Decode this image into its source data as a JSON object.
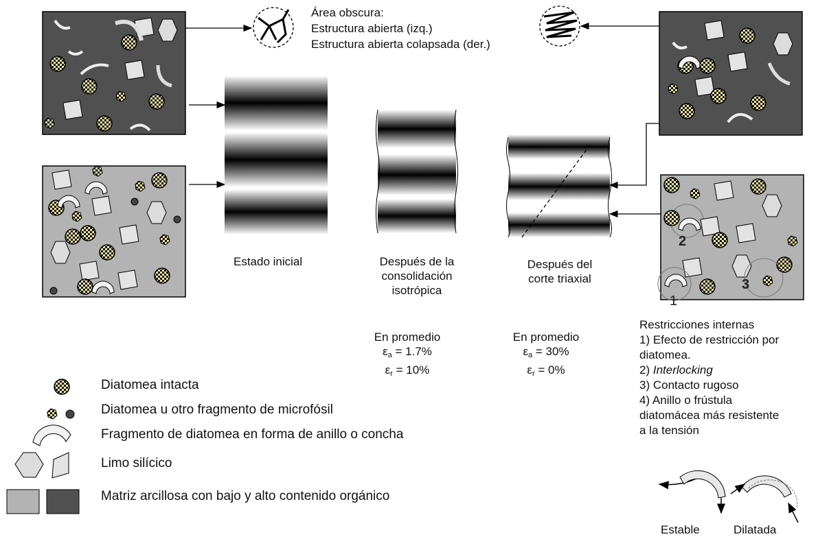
{
  "callout_dark": {
    "title": "Área obscura:",
    "line1": "Estructura abierta (izq.)",
    "line2": "Estructura abierta colapsada (der.)"
  },
  "stages": {
    "initial": "Estado inicial",
    "iso": [
      "Después de la",
      "consolidación",
      "isotrópica"
    ],
    "triaxial": [
      "Después del",
      "corte triaxial"
    ]
  },
  "averages": {
    "iso": {
      "title": "En promedio",
      "ea_symbol": "ε",
      "ea_sub": "a",
      "ea_value": " = 1.7%",
      "er_symbol": "ε",
      "er_sub": "r",
      "er_value": " = 10%"
    },
    "triaxial": {
      "title": "En promedio",
      "ea_symbol": "ε",
      "ea_sub": "a",
      "ea_value": " = 30%",
      "er_symbol": "ε",
      "er_sub": "r",
      "er_value": " = 0%"
    }
  },
  "restrictions": {
    "title": "Restricciones internas",
    "items": [
      "1) Efecto de restricción por",
      "diatomea.",
      "2) ",
      "Interlocking",
      "3) Contacto rugoso",
      "4) Anillo o frústula",
      "diatomácea más resistente",
      "a la tensión"
    ]
  },
  "box_labels": [
    "1",
    "2",
    "3"
  ],
  "ring_states": {
    "stable": "Estable",
    "dilated": "Dilatada"
  },
  "legend": [
    "Diatomea intacta",
    "Diatomea u otro fragmento de microfósil",
    "Fragmento de diatomea en forma de anillo o concha",
    "Limo silícico",
    "Matriz arcillosa con bajo y alto contenido orgánico"
  ],
  "colors": {
    "dark_matrix": "#505050",
    "light_matrix": "#b3b3b3",
    "silt": "#dcdcdc",
    "diatom_yellow": "#efe8a0"
  }
}
